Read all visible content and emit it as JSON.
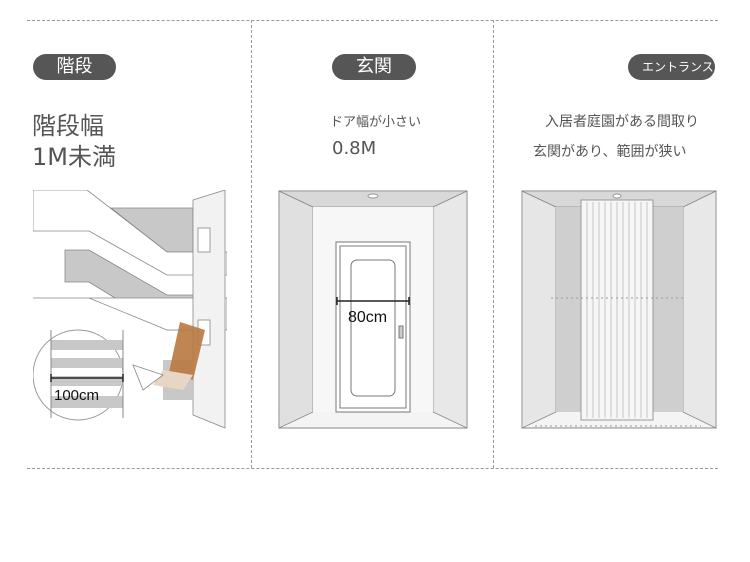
{
  "panels": [
    {
      "tag": "階段",
      "line1": "階段幅",
      "line2": "1M未満",
      "measure": "100cm"
    },
    {
      "tag": "玄関",
      "line1": "ドア幅が小さい",
      "line2": "0.8M",
      "measure": "80cm"
    },
    {
      "tag": "エントランス",
      "line1": "入居者庭園がある間取り",
      "line2": "玄関があり、範囲が狭い"
    }
  ],
  "colors": {
    "pill": "#565656",
    "text": "#555555",
    "wall": "#c8c8c8",
    "accent": "#b87840"
  }
}
